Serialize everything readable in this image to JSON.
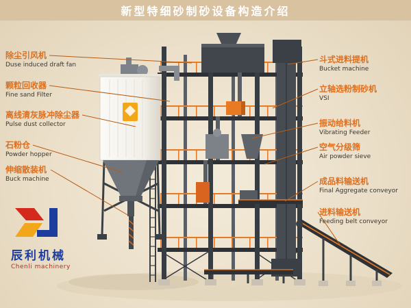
{
  "title": "新型特细砂制砂设备构造介绍",
  "labels_left": [
    {
      "zh": "除尘引风机",
      "en": "Duse induced draft fan"
    },
    {
      "zh": "颗粒回收器",
      "en": "Fine sand Filter"
    },
    {
      "zh": "离线清灰脉冲除尘器",
      "en": "Pulse dust collector"
    },
    {
      "zh": "石粉仓",
      "en": "Powder hopper"
    },
    {
      "zh": "伸缩散装机",
      "en": "Buck machine"
    }
  ],
  "labels_right": [
    {
      "zh": "斗式进料提机",
      "en": "Bucket machine"
    },
    {
      "zh": "立轴选粉制砂机",
      "en": "VSI"
    },
    {
      "zh": "振动给料机",
      "en": "Vibrating Feeder"
    },
    {
      "zh": "空气分级筛",
      "en": "Air powder sieve"
    },
    {
      "zh": "成品料输送机",
      "en": "Final Aggregate conveyor"
    },
    {
      "zh": "进料输送机",
      "en": "Feeding belt conveyor"
    }
  ],
  "logo": {
    "zh": "辰利机械",
    "en": "Chenli machinery"
  },
  "colors": {
    "accent_orange": "#dd6f1e",
    "banner_bg": "#d8c2a0",
    "page_bg": "#ebdfc9",
    "structure_dark": "#3b4045",
    "white_box": "#f6f5f2",
    "logo_blue": "#1d3d9e",
    "logo_red": "#c3271d",
    "logo_yellow": "#f2a71b"
  }
}
